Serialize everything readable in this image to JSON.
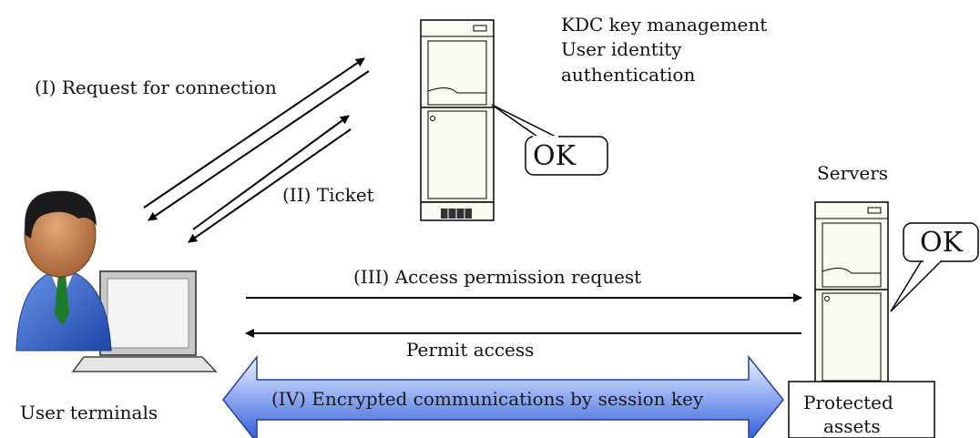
{
  "labels": {
    "kdc_line1": "KDC key management",
    "kdc_line2": "User identity",
    "kdc_line3": "authentication",
    "servers": "Servers",
    "user_terminals": "User terminals",
    "protected_line1": "Protected",
    "protected_line2": "assets"
  },
  "steps": {
    "request_connection": "(I) Request for connection",
    "ticket": "(II) Ticket",
    "access_request": "(III) Access permission request",
    "permit_access": "Permit access",
    "encrypted_comms": "(IV) Encrypted communications by session key"
  },
  "callouts": {
    "kdc_ok": "OK",
    "server_ok": "OK"
  },
  "colors": {
    "arrow_blue": "#3a64d8",
    "person_suit": "#2f63c8",
    "tie": "#1f7a2e",
    "server_body": "#fbfaf0"
  }
}
